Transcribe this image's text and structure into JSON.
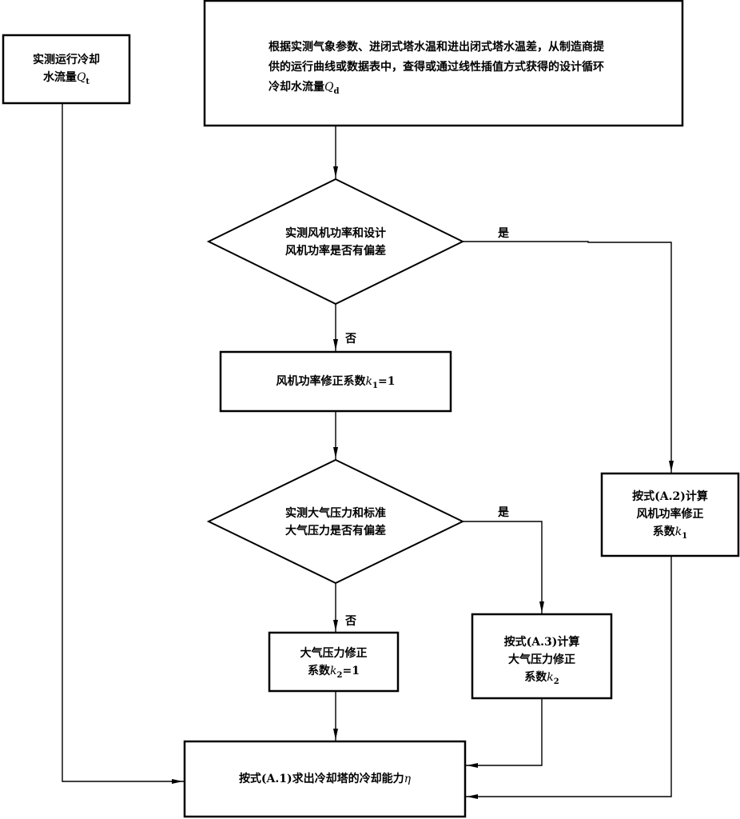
{
  "nodes": {
    "measured_flow": {
      "line1": "实测运行冷却",
      "line2": "水流量",
      "var": "Q",
      "sub": "t"
    },
    "design_flow": {
      "line1": "根据实测气象参数、进闭式塔水温和进出闭式塔水温差，从制造商提",
      "line2": "供的运行曲线或数据表中，查得或通过线性插值方式获得的设计循环",
      "line3": "冷却水流量",
      "var": "Q",
      "sub": "d"
    },
    "decision_fan": {
      "line1": "实测风机功率和设计",
      "line2": "风机功率是否有偏差"
    },
    "fan_k1_one": {
      "text": "风机功率修正系数",
      "var": "k",
      "sub": "1",
      "suffix": "=1"
    },
    "fan_k1_calc": {
      "line1": "按式(A.2)计算",
      "line2": "风机功率修正",
      "line3": "系数",
      "var": "k",
      "sub": "1"
    },
    "decision_pressure": {
      "line1": "实测大气压力和标准",
      "line2": "大气压力是否有偏差"
    },
    "pressure_k2_one": {
      "line1": "大气压力修正",
      "line2": "系数",
      "var": "k",
      "sub": "2",
      "suffix": "=1"
    },
    "pressure_k2_calc": {
      "line1": "按式(A.3)计算",
      "line2": "大气压力修正",
      "line3": "系数",
      "var": "k",
      "sub": "2"
    },
    "result": {
      "text": "按式(A.1)求出冷却塔的冷却能力",
      "var": "η"
    }
  },
  "labels": {
    "fan_yes": "是",
    "fan_no": "否",
    "pressure_yes": "是",
    "pressure_no": "否"
  }
}
